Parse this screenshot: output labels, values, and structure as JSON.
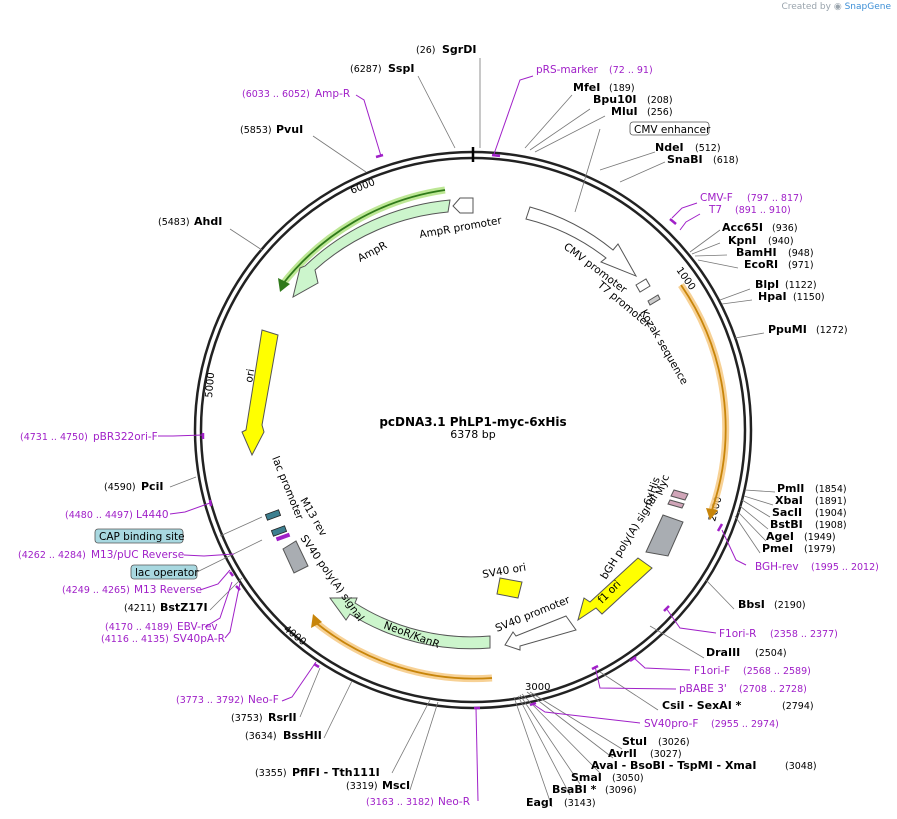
{
  "credit": {
    "prefix": "Created by",
    "brand": "SnapGene"
  },
  "plasmid": {
    "name": "pcDNA3.1 PhLP1-myc-6xHis",
    "length": "6378 bp"
  },
  "ticks": [
    "1000",
    "2000",
    "3000",
    "4000",
    "5000",
    "6000"
  ],
  "enzymes": [
    {
      "name": "SgrDI",
      "pos": "(26)"
    },
    {
      "name": "SspI",
      "pos": "(6287)"
    },
    {
      "name": "PvuI",
      "pos": "(5853)"
    },
    {
      "name": "AhdI",
      "pos": "(5483)"
    },
    {
      "name": "MfeI",
      "pos": "(189)"
    },
    {
      "name": "Bpu10I",
      "pos": "(208)"
    },
    {
      "name": "MluI",
      "pos": "(256)"
    },
    {
      "name": "NdeI",
      "pos": "(512)"
    },
    {
      "name": "SnaBI",
      "pos": "(618)"
    },
    {
      "name": "Acc65I",
      "pos": "(936)"
    },
    {
      "name": "KpnI",
      "pos": "(940)"
    },
    {
      "name": "BamHI",
      "pos": "(948)"
    },
    {
      "name": "EcoRI",
      "pos": "(971)"
    },
    {
      "name": "BlpI",
      "pos": "(1122)"
    },
    {
      "name": "HpaI",
      "pos": "(1150)"
    },
    {
      "name": "PpuMI",
      "pos": "(1272)"
    },
    {
      "name": "PmlI",
      "pos": "(1854)"
    },
    {
      "name": "XbaI",
      "pos": "(1891)"
    },
    {
      "name": "SacII",
      "pos": "(1904)"
    },
    {
      "name": "BstBI",
      "pos": "(1908)"
    },
    {
      "name": "AgeI",
      "pos": "(1949)"
    },
    {
      "name": "PmeI",
      "pos": "(1979)"
    },
    {
      "name": "BbsI",
      "pos": "(2190)"
    },
    {
      "name": "DraIII",
      "pos": "(2504)"
    },
    {
      "name": "CsiI  -  SexAI *",
      "pos": "(2794)"
    },
    {
      "name": "StuI",
      "pos": "(3026)"
    },
    {
      "name": "AvrII",
      "pos": "(3027)"
    },
    {
      "name": "AvaI  -  BsoBI  -  TspMI  -  XmaI",
      "pos": "(3048)"
    },
    {
      "name": "SmaI",
      "pos": "(3050)"
    },
    {
      "name": "BsaBI *",
      "pos": "(3096)"
    },
    {
      "name": "EagI",
      "pos": "(3143)"
    },
    {
      "name": "MscI",
      "pos": "(3319)"
    },
    {
      "name": "PflFI  -  Tth111I",
      "pos": "(3355)"
    },
    {
      "name": "BssHII",
      "pos": "(3634)"
    },
    {
      "name": "RsrII",
      "pos": "(3753)"
    },
    {
      "name": "BstZ17I",
      "pos": "(4211)"
    },
    {
      "name": "PciI",
      "pos": "(4590)"
    }
  ],
  "primers": [
    {
      "name": "pRS-marker",
      "pos": "(72 .. 91)"
    },
    {
      "name": "Amp-R",
      "pos": "(6033 .. 6052)"
    },
    {
      "name": "CMV-F",
      "pos": "(797 .. 817)"
    },
    {
      "name": "T7",
      "pos": "(891 .. 910)"
    },
    {
      "name": "BGH-rev",
      "pos": "(1995 .. 2012)"
    },
    {
      "name": "F1ori-R",
      "pos": "(2358 .. 2377)"
    },
    {
      "name": "F1ori-F",
      "pos": "(2568 .. 2589)"
    },
    {
      "name": "pBABE 3'",
      "pos": "(2708 .. 2728)"
    },
    {
      "name": "SV40pro-F",
      "pos": "(2955 .. 2974)"
    },
    {
      "name": "Neo-R",
      "pos": "(3163 .. 3182)"
    },
    {
      "name": "Neo-F",
      "pos": "(3773 .. 3792)"
    },
    {
      "name": "SV40pA-R",
      "pos": "(4116 .. 4135)"
    },
    {
      "name": "EBV-rev",
      "pos": "(4170 .. 4189)"
    },
    {
      "name": "M13 Reverse",
      "pos": "(4249 .. 4265)"
    },
    {
      "name": "M13/pUC Reverse",
      "pos": "(4262 .. 4284)"
    },
    {
      "name": "L4440",
      "pos": "(4480 .. 4497)"
    },
    {
      "name": "pBR322ori-F",
      "pos": "(4731 .. 4750)"
    }
  ],
  "boxed_features": [
    "CMV enhancer",
    "CAP binding site",
    "lac operator"
  ],
  "features": {
    "ampr_promoter": "AmpR promoter",
    "ampr": "AmpR",
    "cmv_promoter": "CMV promoter",
    "t7_promoter": "T7 promoter",
    "kozak": "Kozak sequence",
    "ori": "ori",
    "myc": "Myc",
    "his": "6xHis",
    "bgh": "bGH poly(A) signal",
    "f1ori": "f1 ori",
    "sv40ori": "SV40 ori",
    "sv40promoter": "SV40 promoter",
    "neor": "NeoR/KanR",
    "sv40pa": "SV40 poly(A) signal",
    "m13rev": "M13 rev",
    "lacpromoter": "lac promoter"
  },
  "colors": {
    "primer": "#a020c8",
    "yellow_feature": "#ffff00",
    "green_feature": "#ccf5cc",
    "highlight": "#f5c57a",
    "box_fill": "#a8d8e0",
    "grey_feature": "#a9adb2"
  }
}
